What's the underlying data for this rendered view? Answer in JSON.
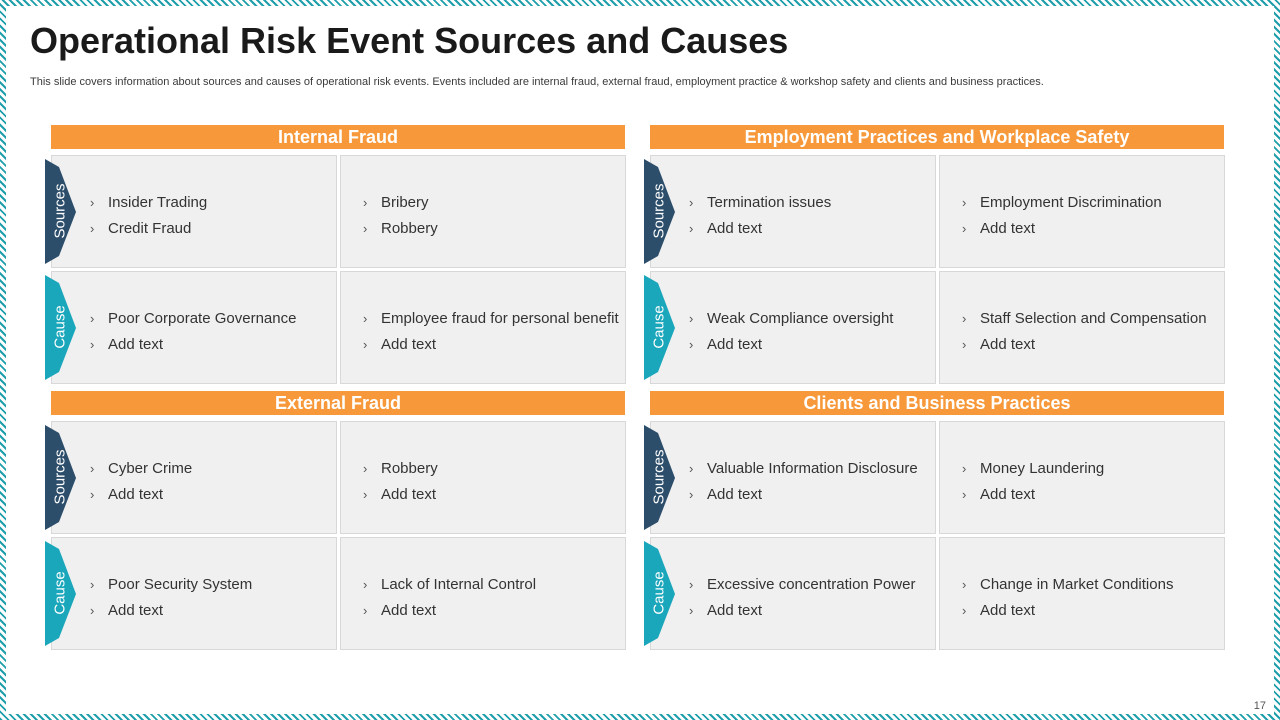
{
  "title": "Operational Risk Event Sources and Causes",
  "subtitle": "This slide covers information about sources and causes of operational risk events. Events  included are internal fraud, external fraud, employment  practice & workshop safety and clients and business practices.",
  "page_number": "17",
  "colors": {
    "header": "#f7993a",
    "sources_tag": "#2c4e6b",
    "cause_tag": "#1aa6bb",
    "cell_bg": "#f0f0f0"
  },
  "bullet_icon": "chevron-right-icon",
  "quadrants": [
    {
      "header": "Internal Fraud",
      "rows": [
        {
          "label": "Sources",
          "columns": [
            [
              "Insider Trading",
              "Credit Fraud"
            ],
            [
              "Bribery",
              "Robbery"
            ]
          ]
        },
        {
          "label": "Cause",
          "columns": [
            [
              "Poor Corporate Governance",
              "Add text"
            ],
            [
              "Employee fraud for personal benefit",
              "Add text"
            ]
          ]
        }
      ]
    },
    {
      "header": "Employment Practices and Workplace Safety",
      "rows": [
        {
          "label": "Sources",
          "columns": [
            [
              "Termination issues",
              "Add text"
            ],
            [
              "Employment Discrimination",
              "Add text"
            ]
          ]
        },
        {
          "label": "Cause",
          "columns": [
            [
              "Weak Compliance oversight",
              "Add text"
            ],
            [
              "Staff Selection and Compensation",
              "Add text"
            ]
          ]
        }
      ]
    },
    {
      "header": "External Fraud",
      "rows": [
        {
          "label": "Sources",
          "columns": [
            [
              "Cyber Crime",
              "Add text"
            ],
            [
              "Robbery",
              "Add text"
            ]
          ]
        },
        {
          "label": "Cause",
          "columns": [
            [
              "Poor Security System",
              "Add text"
            ],
            [
              "Lack of Internal Control",
              "Add text"
            ]
          ]
        }
      ]
    },
    {
      "header": "Clients and Business Practices",
      "rows": [
        {
          "label": "Sources",
          "columns": [
            [
              "Valuable Information Disclosure",
              "Add text"
            ],
            [
              "Money Laundering",
              "Add text"
            ]
          ]
        },
        {
          "label": "Cause",
          "columns": [
            [
              "Excessive concentration Power",
              "Add text"
            ],
            [
              "Change in Market Conditions",
              "Add text"
            ]
          ]
        }
      ]
    }
  ]
}
